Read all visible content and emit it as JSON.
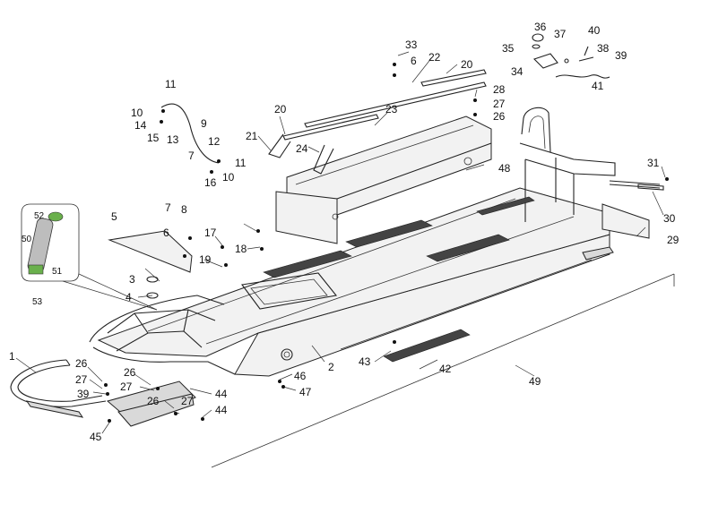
{
  "diagram": {
    "callouts": [
      {
        "id": "c1",
        "text": "1"
      },
      {
        "id": "c2",
        "text": "2"
      },
      {
        "id": "c3",
        "text": "3"
      },
      {
        "id": "c4",
        "text": "4"
      },
      {
        "id": "c5",
        "text": "5"
      },
      {
        "id": "c6a",
        "text": "6"
      },
      {
        "id": "c6b",
        "text": "6"
      },
      {
        "id": "c7a",
        "text": "7"
      },
      {
        "id": "c7b",
        "text": "7"
      },
      {
        "id": "c8",
        "text": "8"
      },
      {
        "id": "c9",
        "text": "9"
      },
      {
        "id": "c10a",
        "text": "10"
      },
      {
        "id": "c10b",
        "text": "10"
      },
      {
        "id": "c11a",
        "text": "11"
      },
      {
        "id": "c11b",
        "text": "11"
      },
      {
        "id": "c12",
        "text": "12"
      },
      {
        "id": "c13",
        "text": "13"
      },
      {
        "id": "c14",
        "text": "14"
      },
      {
        "id": "c15",
        "text": "15"
      },
      {
        "id": "c16",
        "text": "16"
      },
      {
        "id": "c17",
        "text": "17"
      },
      {
        "id": "c18",
        "text": "18"
      },
      {
        "id": "c19",
        "text": "19"
      },
      {
        "id": "c20a",
        "text": "20"
      },
      {
        "id": "c20b",
        "text": "20"
      },
      {
        "id": "c21",
        "text": "21"
      },
      {
        "id": "c22",
        "text": "22"
      },
      {
        "id": "c23",
        "text": "23"
      },
      {
        "id": "c24",
        "text": "24"
      },
      {
        "id": "c26a",
        "text": "26"
      },
      {
        "id": "c26b",
        "text": "26"
      },
      {
        "id": "c26c",
        "text": "26"
      },
      {
        "id": "c26d",
        "text": "26"
      },
      {
        "id": "c27a",
        "text": "27"
      },
      {
        "id": "c27b",
        "text": "27"
      },
      {
        "id": "c27c",
        "text": "27"
      },
      {
        "id": "c27d",
        "text": "27"
      },
      {
        "id": "c28",
        "text": "28"
      },
      {
        "id": "c29",
        "text": "29"
      },
      {
        "id": "c30",
        "text": "30"
      },
      {
        "id": "c31",
        "text": "31"
      },
      {
        "id": "c33",
        "text": "33"
      },
      {
        "id": "c34",
        "text": "34"
      },
      {
        "id": "c35",
        "text": "35"
      },
      {
        "id": "c36",
        "text": "36"
      },
      {
        "id": "c37",
        "text": "37"
      },
      {
        "id": "c38",
        "text": "38"
      },
      {
        "id": "c39a",
        "text": "39"
      },
      {
        "id": "c39b",
        "text": "39"
      },
      {
        "id": "c40",
        "text": "40"
      },
      {
        "id": "c41",
        "text": "41"
      },
      {
        "id": "c42",
        "text": "42"
      },
      {
        "id": "c43",
        "text": "43"
      },
      {
        "id": "c44a",
        "text": "44"
      },
      {
        "id": "c44b",
        "text": "44"
      },
      {
        "id": "c45",
        "text": "45"
      },
      {
        "id": "c46",
        "text": "46"
      },
      {
        "id": "c47",
        "text": "47"
      },
      {
        "id": "c48",
        "text": "48"
      },
      {
        "id": "c49",
        "text": "49"
      },
      {
        "id": "c50",
        "text": "50"
      },
      {
        "id": "c51",
        "text": "51"
      },
      {
        "id": "c52",
        "text": "52"
      },
      {
        "id": "c53",
        "text": "53"
      }
    ],
    "colors": {
      "line": "#222222",
      "tube_green": "#6ab04c",
      "tube_grey": "#9a9a9a"
    }
  }
}
